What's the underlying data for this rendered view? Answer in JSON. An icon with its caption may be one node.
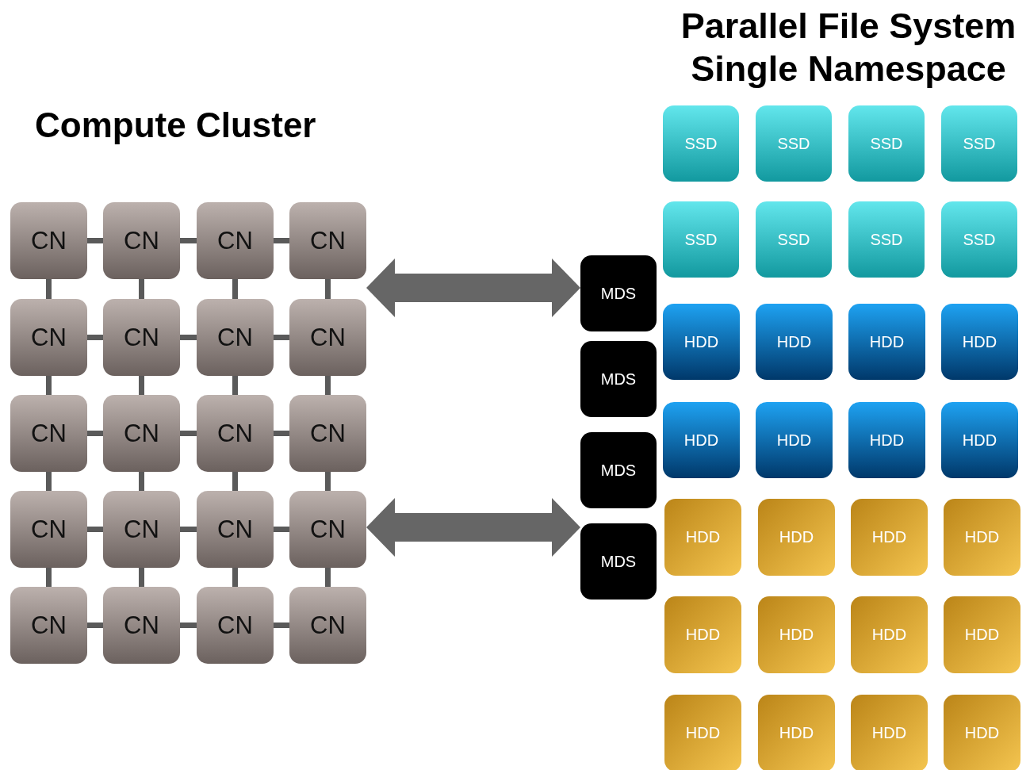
{
  "diagram": {
    "nodes": [
      {
        "text": [
          "CN"
        ]
      },
      {
        "text": [
          "CN"
        ]
      },
      {
        "text": [
          "CN"
        ]
      },
      {
        "text": [
          "CN"
        ]
      },
      {
        "text": [
          "CN"
        ]
      },
      {
        "text": [
          "CN"
        ]
      },
      {
        "text": [
          "CN"
        ]
      },
      {
        "text": [
          "CN"
        ]
      },
      {
        "text": [
          "CN"
        ]
      },
      {
        "text": [
          "CN"
        ]
      },
      {
        "text": [
          "CN"
        ]
      },
      {
        "text": [
          "CN"
        ]
      },
      {
        "text": [
          "CN"
        ]
      },
      {
        "text": [
          "CN"
        ]
      },
      {
        "text": [
          "CN"
        ]
      },
      {
        "text": [
          "CN"
        ]
      },
      {
        "text": [
          "CN"
        ]
      },
      {
        "text": [
          "CN"
        ]
      },
      {
        "text": [
          "CN"
        ]
      },
      {
        "text": [
          "CN"
        ]
      },
      {
        "text": [
          "MDS"
        ]
      },
      {
        "text": [
          "MDS"
        ]
      },
      {
        "text": [
          "MDS"
        ]
      },
      {
        "text": [
          "MDS"
        ]
      },
      {
        "text": [
          "SSD"
        ]
      },
      {
        "text": [
          "SSD"
        ]
      },
      {
        "text": [
          "SSD"
        ]
      },
      {
        "text": [
          "SSD"
        ]
      },
      {
        "text": [
          "SSD"
        ]
      },
      {
        "text": [
          "SSD"
        ]
      },
      {
        "text": [
          "SSD"
        ]
      },
      {
        "text": [
          "SSD"
        ]
      },
      {
        "text": [
          "HDD"
        ]
      },
      {
        "text": [
          "HDD"
        ]
      },
      {
        "text": [
          "HDD"
        ]
      },
      {
        "text": [
          "HDD"
        ]
      },
      {
        "text": [
          "HDD"
        ]
      },
      {
        "text": [
          "HDD"
        ]
      },
      {
        "text": [
          "HDD"
        ]
      },
      {
        "text": [
          "HDD"
        ]
      },
      {
        "text": [
          "HDD"
        ]
      },
      {
        "text": [
          "HDD"
        ]
      },
      {
        "text": [
          "HDD"
        ]
      },
      {
        "text": [
          "HDD"
        ]
      },
      {
        "text": [
          "HDD"
        ]
      },
      {
        "text": [
          "HDD"
        ]
      },
      {
        "text": [
          "HDD"
        ]
      },
      {
        "text": [
          "HDD"
        ]
      },
      {
        "text": [
          "HDD"
        ]
      },
      {
        "text": [
          "HDD"
        ]
      },
      {
        "text": [
          "HDD"
        ]
      },
      {
        "text": [
          "HDD"
        ]
      }
    ],
    "edges": [
      {
        "from": 0,
        "to": 1,
        "arrow": "none"
      },
      {
        "from": 1,
        "to": 2,
        "arrow": "none"
      },
      {
        "from": 2,
        "to": 3,
        "arrow": "none"
      },
      {
        "from": 4,
        "to": 5,
        "arrow": "none"
      },
      {
        "from": 5,
        "to": 6,
        "arrow": "none"
      },
      {
        "from": 6,
        "to": 7,
        "arrow": "none"
      },
      {
        "from": 8,
        "to": 9,
        "arrow": "none"
      },
      {
        "from": 9,
        "to": 10,
        "arrow": "none"
      },
      {
        "from": 10,
        "to": 11,
        "arrow": "none"
      },
      {
        "from": 12,
        "to": 13,
        "arrow": "none"
      },
      {
        "from": 13,
        "to": 14,
        "arrow": "none"
      },
      {
        "from": 14,
        "to": 15,
        "arrow": "none"
      },
      {
        "from": 16,
        "to": 17,
        "arrow": "none"
      },
      {
        "from": 17,
        "to": 18,
        "arrow": "none"
      },
      {
        "from": 18,
        "to": 19,
        "arrow": "none"
      },
      {
        "from": 0,
        "to": 4,
        "arrow": "none"
      },
      {
        "from": 1,
        "to": 5,
        "arrow": "none"
      },
      {
        "from": 2,
        "to": 6,
        "arrow": "none"
      },
      {
        "from": 3,
        "to": 7,
        "arrow": "none"
      },
      {
        "from": 4,
        "to": 8,
        "arrow": "none"
      },
      {
        "from": 5,
        "to": 9,
        "arrow": "none"
      },
      {
        "from": 6,
        "to": 10,
        "arrow": "none"
      },
      {
        "from": 7,
        "to": 11,
        "arrow": "none"
      },
      {
        "from": 8,
        "to": 12,
        "arrow": "none"
      },
      {
        "from": 9,
        "to": 13,
        "arrow": "none"
      },
      {
        "from": 10,
        "to": 14,
        "arrow": "none"
      },
      {
        "from": 11,
        "to": 15,
        "arrow": "none"
      },
      {
        "from": 12,
        "to": 16,
        "arrow": "none"
      },
      {
        "from": 13,
        "to": 17,
        "arrow": "none"
      },
      {
        "from": 14,
        "to": 18,
        "arrow": "none"
      },
      {
        "from": 15,
        "to": 19,
        "arrow": "none"
      },
      {
        "from": 3,
        "to": 20,
        "arrow": "both",
        "style": "thick"
      },
      {
        "from": 15,
        "to": 23,
        "arrow": "both",
        "style": "thick"
      }
    ],
    "labels": [
      "Parallel File System Single Namespace",
      "Compute Cluster"
    ]
  }
}
